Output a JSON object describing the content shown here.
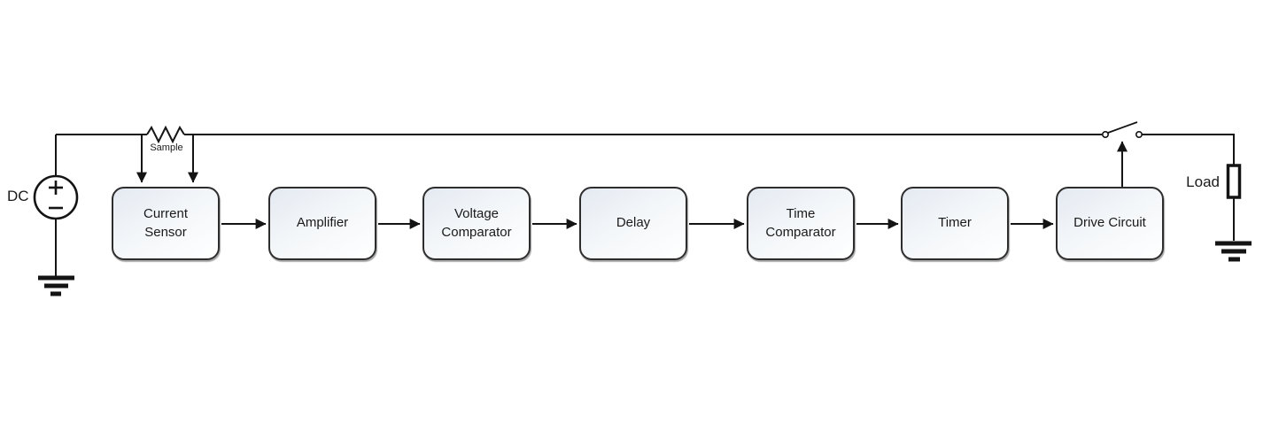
{
  "diagram": {
    "source_label": "DC",
    "sample_label": "Sample",
    "load_label": "Load",
    "blocks": [
      {
        "label": "Current\nSensor"
      },
      {
        "label": "Amplifier"
      },
      {
        "label": "Voltage\nComparator"
      },
      {
        "label": "Delay"
      },
      {
        "label": "Time\nComparator"
      },
      {
        "label": "Timer"
      },
      {
        "label": "Drive Circuit"
      }
    ],
    "colors": {
      "wire": "#141414",
      "block_border": "#2d2d2d",
      "block_fill_top": "#e4e9f1",
      "block_fill_bottom": "#ffffff",
      "text": "#1a1a1a"
    }
  }
}
